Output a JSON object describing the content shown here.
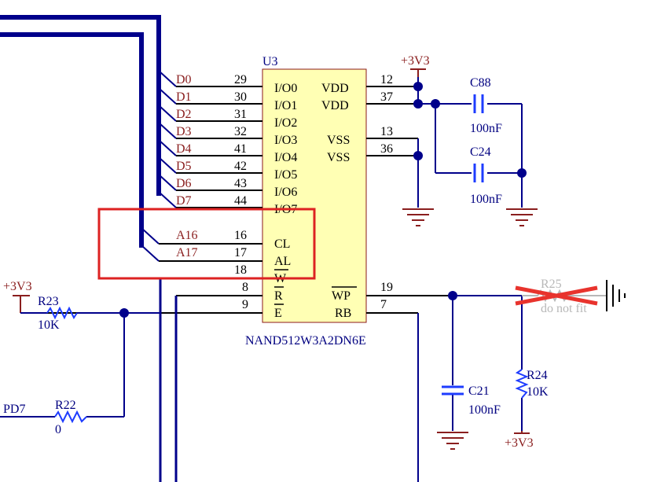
{
  "colors": {
    "bus": "#00008b",
    "wire": "#000080",
    "chip_fill": "#ffffb4",
    "chip_stroke": "#8b1a1a",
    "power": "#8a1e1e",
    "net_label": "#8a1e1e",
    "component": "#1e3cff",
    "highlight": "#dd2222",
    "dnf_cross": "#e8332d",
    "dnf_text": "#b8b8b8"
  },
  "chip": {
    "ref": "U3",
    "part": "NAND512W3A2DN6E",
    "left_pins": [
      {
        "net": "D0",
        "num": "29",
        "name": "I/O0"
      },
      {
        "net": "D1",
        "num": "30",
        "name": "I/O1"
      },
      {
        "net": "D2",
        "num": "31",
        "name": "I/O2"
      },
      {
        "net": "D3",
        "num": "32",
        "name": "I/O3"
      },
      {
        "net": "D4",
        "num": "41",
        "name": "I/O4"
      },
      {
        "net": "D5",
        "num": "42",
        "name": "I/O5"
      },
      {
        "net": "D6",
        "num": "43",
        "name": "I/O6"
      },
      {
        "net": "D7",
        "num": "44",
        "name": "I/O7"
      },
      {
        "net": "A16",
        "num": "16",
        "name": "CL"
      },
      {
        "net": "A17",
        "num": "17",
        "name": "AL"
      },
      {
        "net": "",
        "num": "18",
        "name": "W"
      },
      {
        "net": "",
        "num": "8",
        "name": "R"
      },
      {
        "net": "",
        "num": "9",
        "name": "E"
      }
    ],
    "right_pins": [
      {
        "num": "12",
        "name": "VDD"
      },
      {
        "num": "37",
        "name": "VDD"
      },
      {
        "num": "13",
        "name": "VSS"
      },
      {
        "num": "36",
        "name": "VSS"
      },
      {
        "num": "19",
        "name": "WP"
      },
      {
        "num": "7",
        "name": "RB"
      }
    ]
  },
  "components": {
    "C88": {
      "ref": "C88",
      "value": "100nF"
    },
    "C24": {
      "ref": "C24",
      "value": "100nF"
    },
    "C21": {
      "ref": "C21",
      "value": "100nF"
    },
    "R23": {
      "ref": "R23",
      "value": "10K"
    },
    "R22": {
      "ref": "R22",
      "value": "0"
    },
    "R24": {
      "ref": "R24",
      "value": "10K"
    },
    "R25": {
      "ref": "R25",
      "value": "do not fit"
    }
  },
  "power": {
    "top": "+3V3",
    "left": "+3V3",
    "bottom": "+3V3"
  },
  "nets": {
    "pd7": "PD7"
  }
}
